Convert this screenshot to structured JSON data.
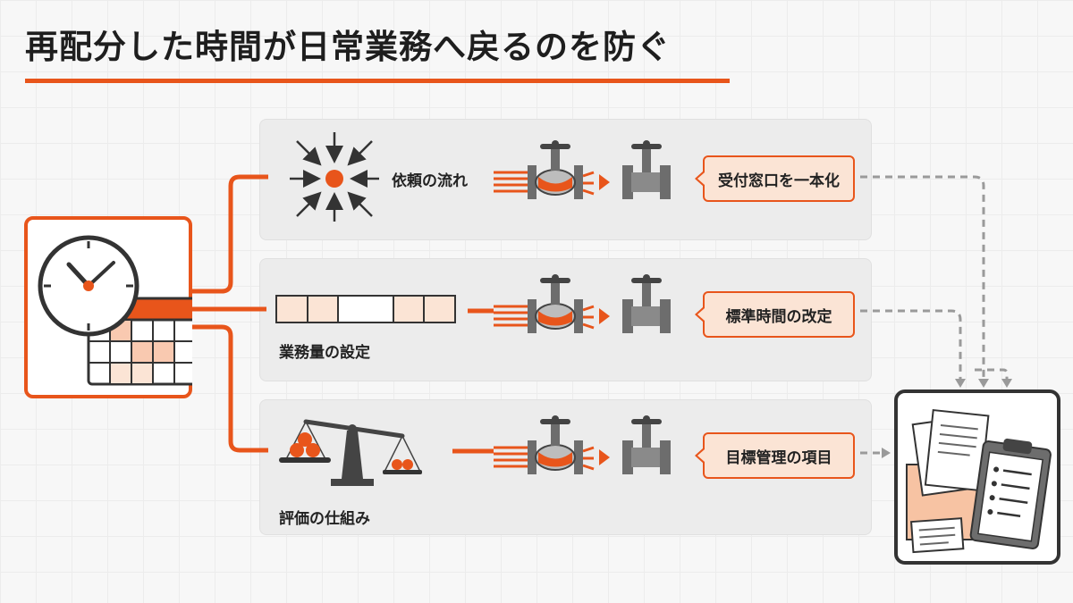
{
  "title": "再配分した時間が日常業務へ戻るのを防ぐ",
  "rows": [
    {
      "label": "依頼の流れ",
      "result": "受付窓口を一本化"
    },
    {
      "label": "業務量の設定",
      "result": "標準時間の改定"
    },
    {
      "label": "評価の仕組み",
      "result": "目標管理の項目"
    }
  ],
  "colors": {
    "accent": "#e8551b",
    "accent_light": "#fbe4d5",
    "dark": "#3a3a3a",
    "pipe_gray": "#6d6d6d"
  },
  "icons": {
    "source": "clock-calendar-icon",
    "row1": "converging-arrows-icon",
    "row2": "workload-bar-icon",
    "row3": "balance-scale-icon",
    "valve": "valve-icon",
    "closed_valve": "closed-valve-icon",
    "destination": "documents-clipboard-icon"
  }
}
